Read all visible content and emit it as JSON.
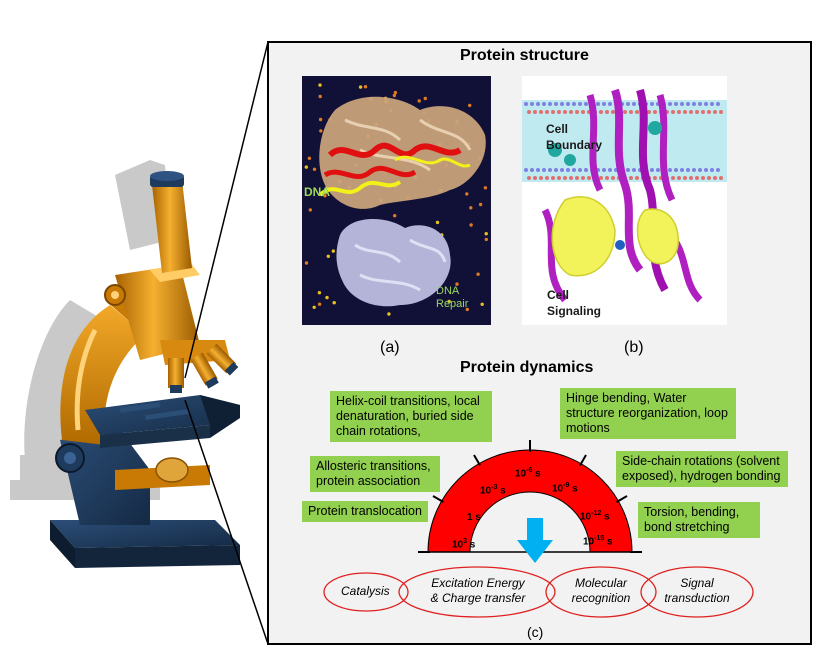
{
  "panel": {
    "title_structure": "Protein structure",
    "title_dynamics": "Protein dynamics",
    "label_a": "(a)",
    "label_b": "(b)",
    "label_c": "(c)"
  },
  "image_a": {
    "dna": "DNA",
    "dna_repair_line1": "DNA",
    "dna_repair_line2": "Repair"
  },
  "image_b": {
    "cell_boundary_line1": "Cell",
    "cell_boundary_line2": "Boundary",
    "cell_signaling_line1": "Cell",
    "cell_signaling_line2": "Signaling"
  },
  "processes": {
    "helix_coil": "Helix-coil transitions, local denaturation, buried side chain rotations,",
    "allosteric": "Allosteric transitions, protein association",
    "translocation": "Protein translocation",
    "hinge": "Hinge bending, Water structure reorganization, loop motions",
    "side_chain": "Side-chain rotations (solvent exposed), hydrogen bonding",
    "torsion": "Torsion, bending, bond stretching"
  },
  "timescale": {
    "t_1e3": {
      "base": "10",
      "exp": "3",
      "unit": " s"
    },
    "t_1": {
      "text": "1 s"
    },
    "t_1e_3": {
      "base": "10",
      "exp": "-3",
      "unit": " s"
    },
    "t_1e_6": {
      "base": "10",
      "exp": "-6",
      "unit": " s"
    },
    "t_1e_9": {
      "base": "10",
      "exp": "-9",
      "unit": " s"
    },
    "t_1e_12": {
      "base": "10",
      "exp": "-12",
      "unit": " s"
    },
    "t_1e_15": {
      "base": "10",
      "exp": "-15",
      "unit": " s"
    }
  },
  "functions": {
    "catalysis": "Catalysis",
    "excitation_line1": "Excitation Energy",
    "excitation_line2": "& Charge transfer",
    "molecular_line1": "Molecular",
    "molecular_line2": "recognition",
    "signal_line1": "Signal",
    "signal_line2": "transduction"
  },
  "colors": {
    "gauge_red": "#ff0000",
    "box_green": "#92d050",
    "arrow_blue": "#00b0f0",
    "ellipse_red": "#e02020",
    "microscope_orange": "#e8960c",
    "microscope_navy": "#1f3a5a"
  }
}
